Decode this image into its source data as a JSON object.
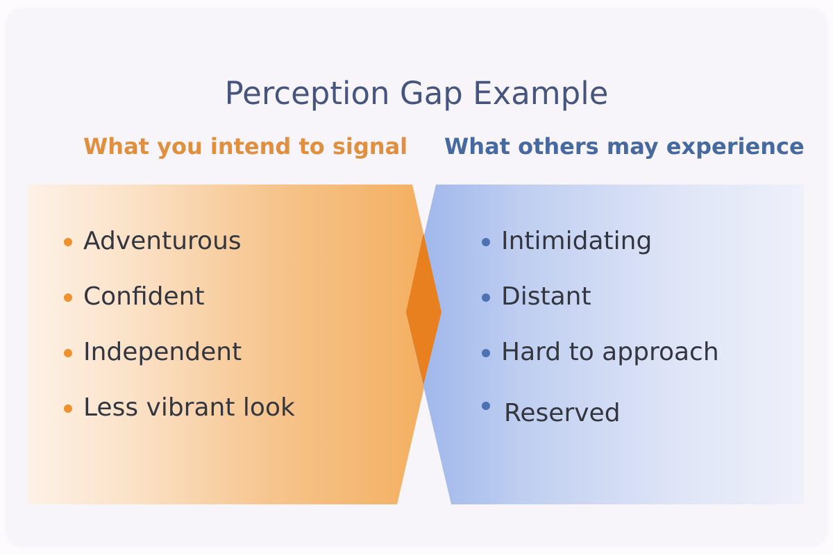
{
  "diagram": {
    "title": "Perception Gap Example",
    "left_column": {
      "heading": "What you intend to signal",
      "color": "#e08f3e",
      "items": [
        "Adventurous",
        "Confident",
        "Independent",
        "Less vibrant look"
      ]
    },
    "right_column": {
      "heading": "What others may experience",
      "color": "#466aa0",
      "items": [
        "Intimidating",
        "Distant",
        "Hard to approach",
        "Reserved"
      ]
    },
    "overlap_color": "#e8801f",
    "bullet_icons": {
      "left": "orange-dot-icon",
      "right": "blue-dot-icon"
    }
  }
}
